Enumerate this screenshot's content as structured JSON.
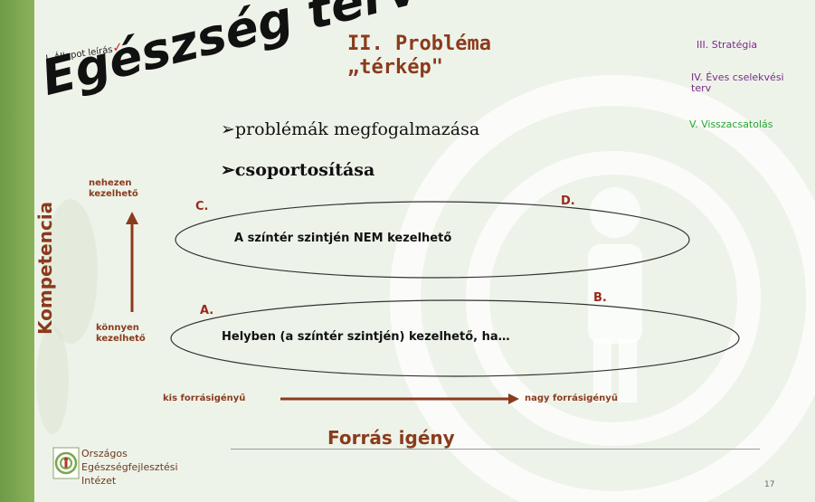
{
  "nav": {
    "step1": "I. Állapot leírás",
    "step1_check": "✓",
    "step3": "III. Stratégia",
    "step4": "IV. Éves cselekvési terv",
    "step5": "V. Visszacsatolás"
  },
  "title": "Egészség terv",
  "section_title_line1": "II. Probléma",
  "section_title_line2": "„térkép\"",
  "bullets": {
    "marker": "➢",
    "item1": "problémák megfogalmazása",
    "item2": "csoportosítása"
  },
  "vertical_axis": {
    "label": "Kompetencia",
    "top_label_line1": "nehezen",
    "top_label_line2": "kezelhető",
    "bottom_label_line1": "könnyen",
    "bottom_label_line2": "kezelhető"
  },
  "ellipses": {
    "upper_text": "A színtér szintjén NEM kezelhető",
    "lower_text": "Helyben (a színtér szintjén) kezelhető, ha…"
  },
  "quadrant_letters": {
    "a": "A.",
    "b": "B.",
    "c": "C.",
    "d": "D."
  },
  "horizontal_axis": {
    "left_label": "kis forrásigényű",
    "right_label": "nagy forrásigényű",
    "title": "Forrás igény"
  },
  "logo": {
    "line1": "Országos",
    "line2": "Egészségfejlesztési",
    "line3": "Intézet"
  },
  "page_number": "17",
  "colors": {
    "accent_brown": "#8a3b1c",
    "nav_purple": "#7a2a8a",
    "nav_green": "#29a532",
    "sidebar_green": "#7aa64f"
  }
}
